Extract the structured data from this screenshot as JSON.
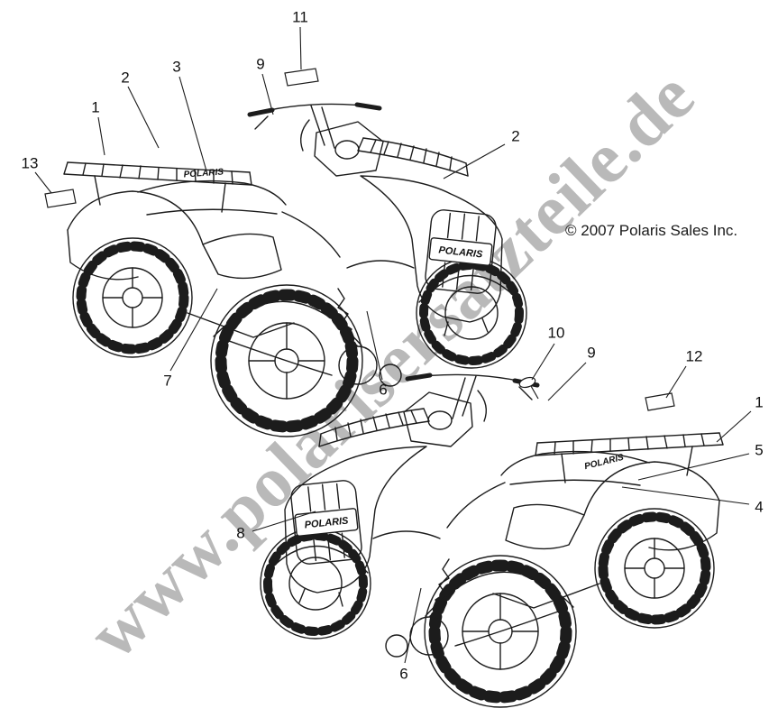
{
  "page": {
    "background_hex": "#ffffff",
    "line_color_hex": "#1c1c1c"
  },
  "watermark": {
    "text": "www.polarisersatzteile.de",
    "color_hex": "#8c8c8c"
  },
  "copyright": "© 2007 Polaris Sales Inc.",
  "decals": {
    "brand": "POLARIS"
  },
  "callouts": [
    {
      "label": "11"
    },
    {
      "label": "2"
    },
    {
      "label": "3"
    },
    {
      "label": "9"
    },
    {
      "label": "1"
    },
    {
      "label": "13"
    },
    {
      "label": "2"
    },
    {
      "label": "7"
    },
    {
      "label": "6"
    },
    {
      "label": "10"
    },
    {
      "label": "9"
    },
    {
      "label": "12"
    },
    {
      "label": "1"
    },
    {
      "label": "5"
    },
    {
      "label": "4"
    },
    {
      "label": "8"
    },
    {
      "label": "6"
    }
  ]
}
